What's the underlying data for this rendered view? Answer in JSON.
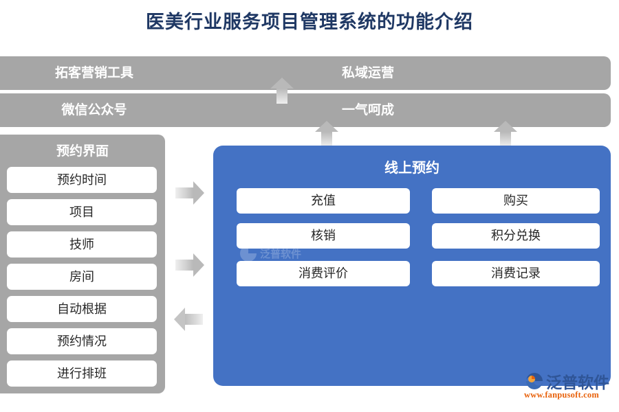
{
  "page": {
    "title": "医美行业服务项目管理系统的功能介绍",
    "title_color": "#1f3864",
    "background": "#ffffff"
  },
  "top_bars": {
    "bar_color": "#a6a6a6",
    "rows": [
      {
        "left_label": "拓客营销工具",
        "right_label": "私域运营"
      },
      {
        "left_label": "微信公众号",
        "right_label": "一气呵成"
      }
    ]
  },
  "arrows": {
    "color": "#b9b9b9",
    "up": [
      {
        "name": "arrow-up-between-bars",
        "direction": "up"
      },
      {
        "name": "arrow-up-to-bar-left",
        "direction": "up"
      },
      {
        "name": "arrow-up-to-bar-right",
        "direction": "up"
      }
    ],
    "horizontal": [
      {
        "name": "arrow-right-top",
        "direction": "right"
      },
      {
        "name": "arrow-right-middle",
        "direction": "right"
      },
      {
        "name": "arrow-left-bottom",
        "direction": "left"
      }
    ]
  },
  "left_panel": {
    "title": "预约界面",
    "panel_color": "#a6a6a6",
    "item_color": "#ffffff",
    "items": [
      {
        "label": "预约时间"
      },
      {
        "label": "项目"
      },
      {
        "label": "技师"
      },
      {
        "label": "房间"
      },
      {
        "label": "自动根据"
      },
      {
        "label": "预约情况"
      },
      {
        "label": "进行排班"
      }
    ]
  },
  "blue_panel": {
    "title": "线上预约",
    "panel_color": "#4472c4",
    "button_color": "#ffffff",
    "rows": [
      {
        "left": "充值",
        "right": "购买"
      },
      {
        "left": "核销",
        "right": "积分兑换"
      },
      {
        "left": "消费评价",
        "right": "消费记录"
      }
    ]
  },
  "watermark": {
    "text": "泛普软件"
  },
  "logo": {
    "name": "泛普软件",
    "url": "www.fanpusoft.com",
    "name_color": "#2f5597",
    "url_color": "#e8620c"
  }
}
